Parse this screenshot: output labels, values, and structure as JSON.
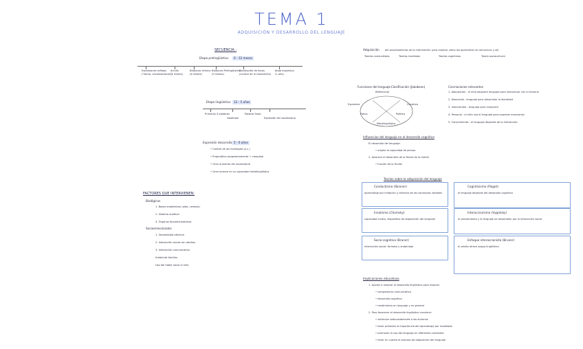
{
  "header": {
    "title": "TEMA 1",
    "subtitle": "ADQUISICIÓN Y DESARROLLO DEL LENGUAJE"
  },
  "secuencia": {
    "heading": "SECUENCIA :",
    "prelinguistica": {
      "label": "Etapa prelingüística:",
      "range": "0 - 12 meses",
      "stages": [
        {
          "name": "Expresiones reflejas",
          "note": "(\"llanto, vocalizaciones\")"
        },
        {
          "name": "Arrullo",
          "note": "(2 meses)"
        },
        {
          "name": "Balbuceo rítmico",
          "note": "(6 meses)"
        },
        {
          "name": "Balbuceo Prelingüístico",
          "note": "(9 meses)"
        },
        {
          "name": "Realización de fonos",
          "note": "(control de la respiración)"
        },
        {
          "name": "Jerga expresiva",
          "note": "(1 año)"
        }
      ]
    },
    "linguistica": {
      "label": "Etapa lingüística:",
      "range": "12 - 5 años",
      "items": [
        "Primeras 5 palabras",
        "Holofrase",
        "Palabra frase",
        "Explosión del vocabulario"
      ]
    },
    "desarrollo": {
      "label": "Expresión desarrollada:",
      "range": "5 - 6 años",
      "bullets": [
        "Control de los fonologías (s.c.)",
        "Pragmática progresivamente + compleja",
        "Gran aumento del vocabulario",
        "Gran avance en su capacidad metalingüística"
      ]
    }
  },
  "adquisicion": {
    "heading": "Adquisición",
    "text": "del procesamiento de la información: para explicar cómo los aprendices se comunican y así",
    "sub": [
      "Teorías conductistas",
      "Teorías innatistas",
      "Teorías cognitivas",
      "Teoría sociocultural"
    ]
  },
  "funciones": {
    "heading": "Funciones del lenguaje",
    "sub": "- Clasificación (Jakobson)",
    "items": [
      "Referencial",
      "Expresiva",
      "Conativa",
      "Fática",
      "Poética",
      "Metalingüística"
    ]
  },
  "conclusiones": {
    "heading": "Conclusiones relevantes",
    "items": [
      "1. Adquisición - el niño adquiere lenguaje para interactuar con el entorno",
      "2. Desarrollo - lenguaje para desarrollar la identidad",
      "3. Intercambio - lenguaje para compartir",
      "4. Personal - el niño usa el lenguaje para expresar emociones",
      "5. Conocimiento - el lenguaje depende de la interacción"
    ]
  },
  "influencias": {
    "heading": "Influencias del lenguaje en el desarrollo cognitivo",
    "items": [
      "El desarrollo del lenguaje:",
      "• amplía la capacidad de pensar",
      "2. favorece el desarrollo de la Teoría de la mente",
      "• función de la ficción"
    ]
  },
  "teorias": {
    "heading": "Teorías sobre la adquisición del lenguaje",
    "left": [
      {
        "name": "Conductismo (Skinner)",
        "text": "aprendizaje por imitación y refuerzo de las conductas verbales"
      },
      {
        "name": "Innatismo (Chomsky)",
        "text": "capacidad innata, dispositivo de adquisición del lenguaje"
      },
      {
        "name": "Socio-cognitivo (Bruner)",
        "text": "interacción social: formato y andamiaje"
      }
    ],
    "right": [
      {
        "name": "Cognitivismo (Piaget)",
        "text": "el lenguaje depende del desarrollo cognitivo"
      },
      {
        "name": "Interaccionismo (Vygotsky)",
        "text": "el pensamiento y el lenguaje se desarrollan por la interacción social"
      },
      {
        "name": "Enfoque interaccionista (Bruner)",
        "text": "el adulto ofrece apoyo lingüístico"
      }
    ]
  },
  "factores": {
    "heading": "FACTORES QUE INTERVIENEN:",
    "biologicos": {
      "label": "Biológicos",
      "items": [
        "1. Bases anatómicas (oído, cerebro)",
        "2. Sistema auditivo",
        "3. Órganos fonoarticulatorios"
      ]
    },
    "socioemocionales": {
      "label": "Socioemocionales",
      "items": [
        "1. Sensibilidad afectiva",
        "2. Interacción social con adultos",
        "3. Interacción comunicativa",
        "Ambiente familiar",
        "Uso del habla hacia el niño"
      ]
    }
  },
  "implicaciones": {
    "heading": "Implicaciones educativas",
    "items": [
      "1. Ayudar a mejorar el desarrollo lingüístico para mejorar:",
      "• competencia comunicativa",
      "• desarrollo cognitivo",
      "• rendimiento en lenguaje y en general",
      "2. Para favorecer el desarrollo lingüístico conviene:",
      "• estimular adecuadamente a los alumnos",
      "• tener presente la importancia del aprendizaje por modelado",
      "• promover el uso del lenguaje en diferentes contextos",
      "• tener en cuenta el proceso de adquisición del lenguaje"
    ]
  }
}
